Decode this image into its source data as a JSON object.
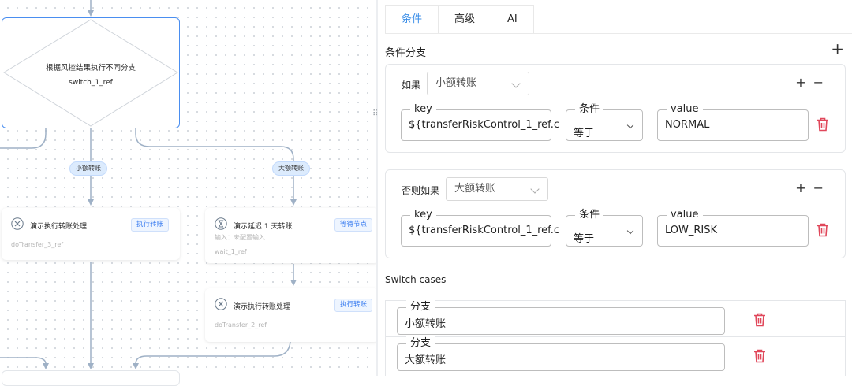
{
  "canvas": {
    "switch_node": {
      "title": "根据风控结果执行不同分支",
      "ref": "switch_1_ref"
    },
    "edge_labels": [
      "小额转账",
      "大额转账"
    ],
    "nodes": [
      {
        "title": "演示执行转账处理",
        "tag": "执行转账",
        "input": "",
        "ref": "doTransfer_3_ref",
        "icon": "tools-icon"
      },
      {
        "title": "演示延迟 1 天转账",
        "tag": "等待节点",
        "input": "输入：未配置输入",
        "ref": "wait_1_ref",
        "icon": "hourglass-icon"
      },
      {
        "title": "演示执行转账处理",
        "tag": "执行转账",
        "input": "",
        "ref": "doTransfer_2_ref",
        "icon": "tools-icon"
      }
    ]
  },
  "panel": {
    "tabs": [
      "条件",
      "高级",
      "AI"
    ],
    "active_tab": "条件",
    "section_title": "条件分支",
    "conditions": [
      {
        "label": "如果",
        "branch": "小额转账",
        "key_label": "key",
        "key": "${transferRiskControl_1_ref.c",
        "op_label": "条件",
        "op": "等于",
        "value_label": "value",
        "value": "NORMAL"
      },
      {
        "label": "否则如果",
        "branch": "大额转账",
        "key_label": "key",
        "key": "${transferRiskControl_1_ref.c",
        "op_label": "条件",
        "op": "等于",
        "value_label": "value",
        "value": "LOW_RISK"
      }
    ],
    "switch_cases_title": "Switch cases",
    "cases": [
      {
        "label": "分支",
        "value": "小额转账"
      },
      {
        "label": "分支",
        "value": "大额转账"
      }
    ]
  },
  "colors": {
    "accent": "#3a8ee8",
    "delete": "#e0475a",
    "node_border": "#4a8ef0"
  }
}
